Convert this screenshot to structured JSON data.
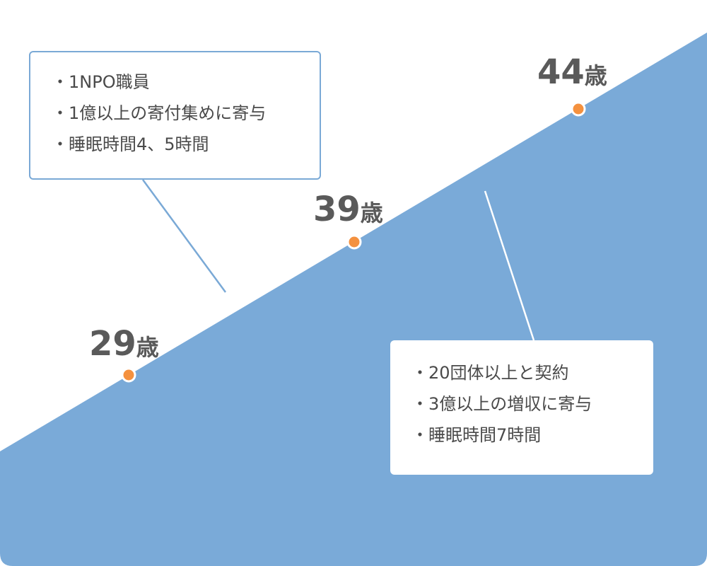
{
  "colors": {
    "area_fill": "#7aaad8",
    "marker_fill": "#f4913f",
    "marker_stroke": "#ffffff",
    "callout_border": "#7aa9d6",
    "connector_before": "#7aa9d6",
    "connector_after": "#ffffff",
    "text": "#4a4a4a",
    "age_text": "#5a5a5a"
  },
  "milestones": [
    {
      "age": "29",
      "unit": "歳"
    },
    {
      "age": "39",
      "unit": "歳"
    },
    {
      "age": "44",
      "unit": "歳"
    }
  ],
  "callouts": {
    "before": {
      "bullet": "・",
      "items": [
        "1NPO職員",
        "1億以上の寄付集めに寄与",
        "睡眠時間4、5時間"
      ]
    },
    "after": {
      "bullet": "・",
      "items": [
        "20団体以上と契約",
        "3億以上の増収に寄与",
        "睡眠時間7時間"
      ]
    }
  }
}
